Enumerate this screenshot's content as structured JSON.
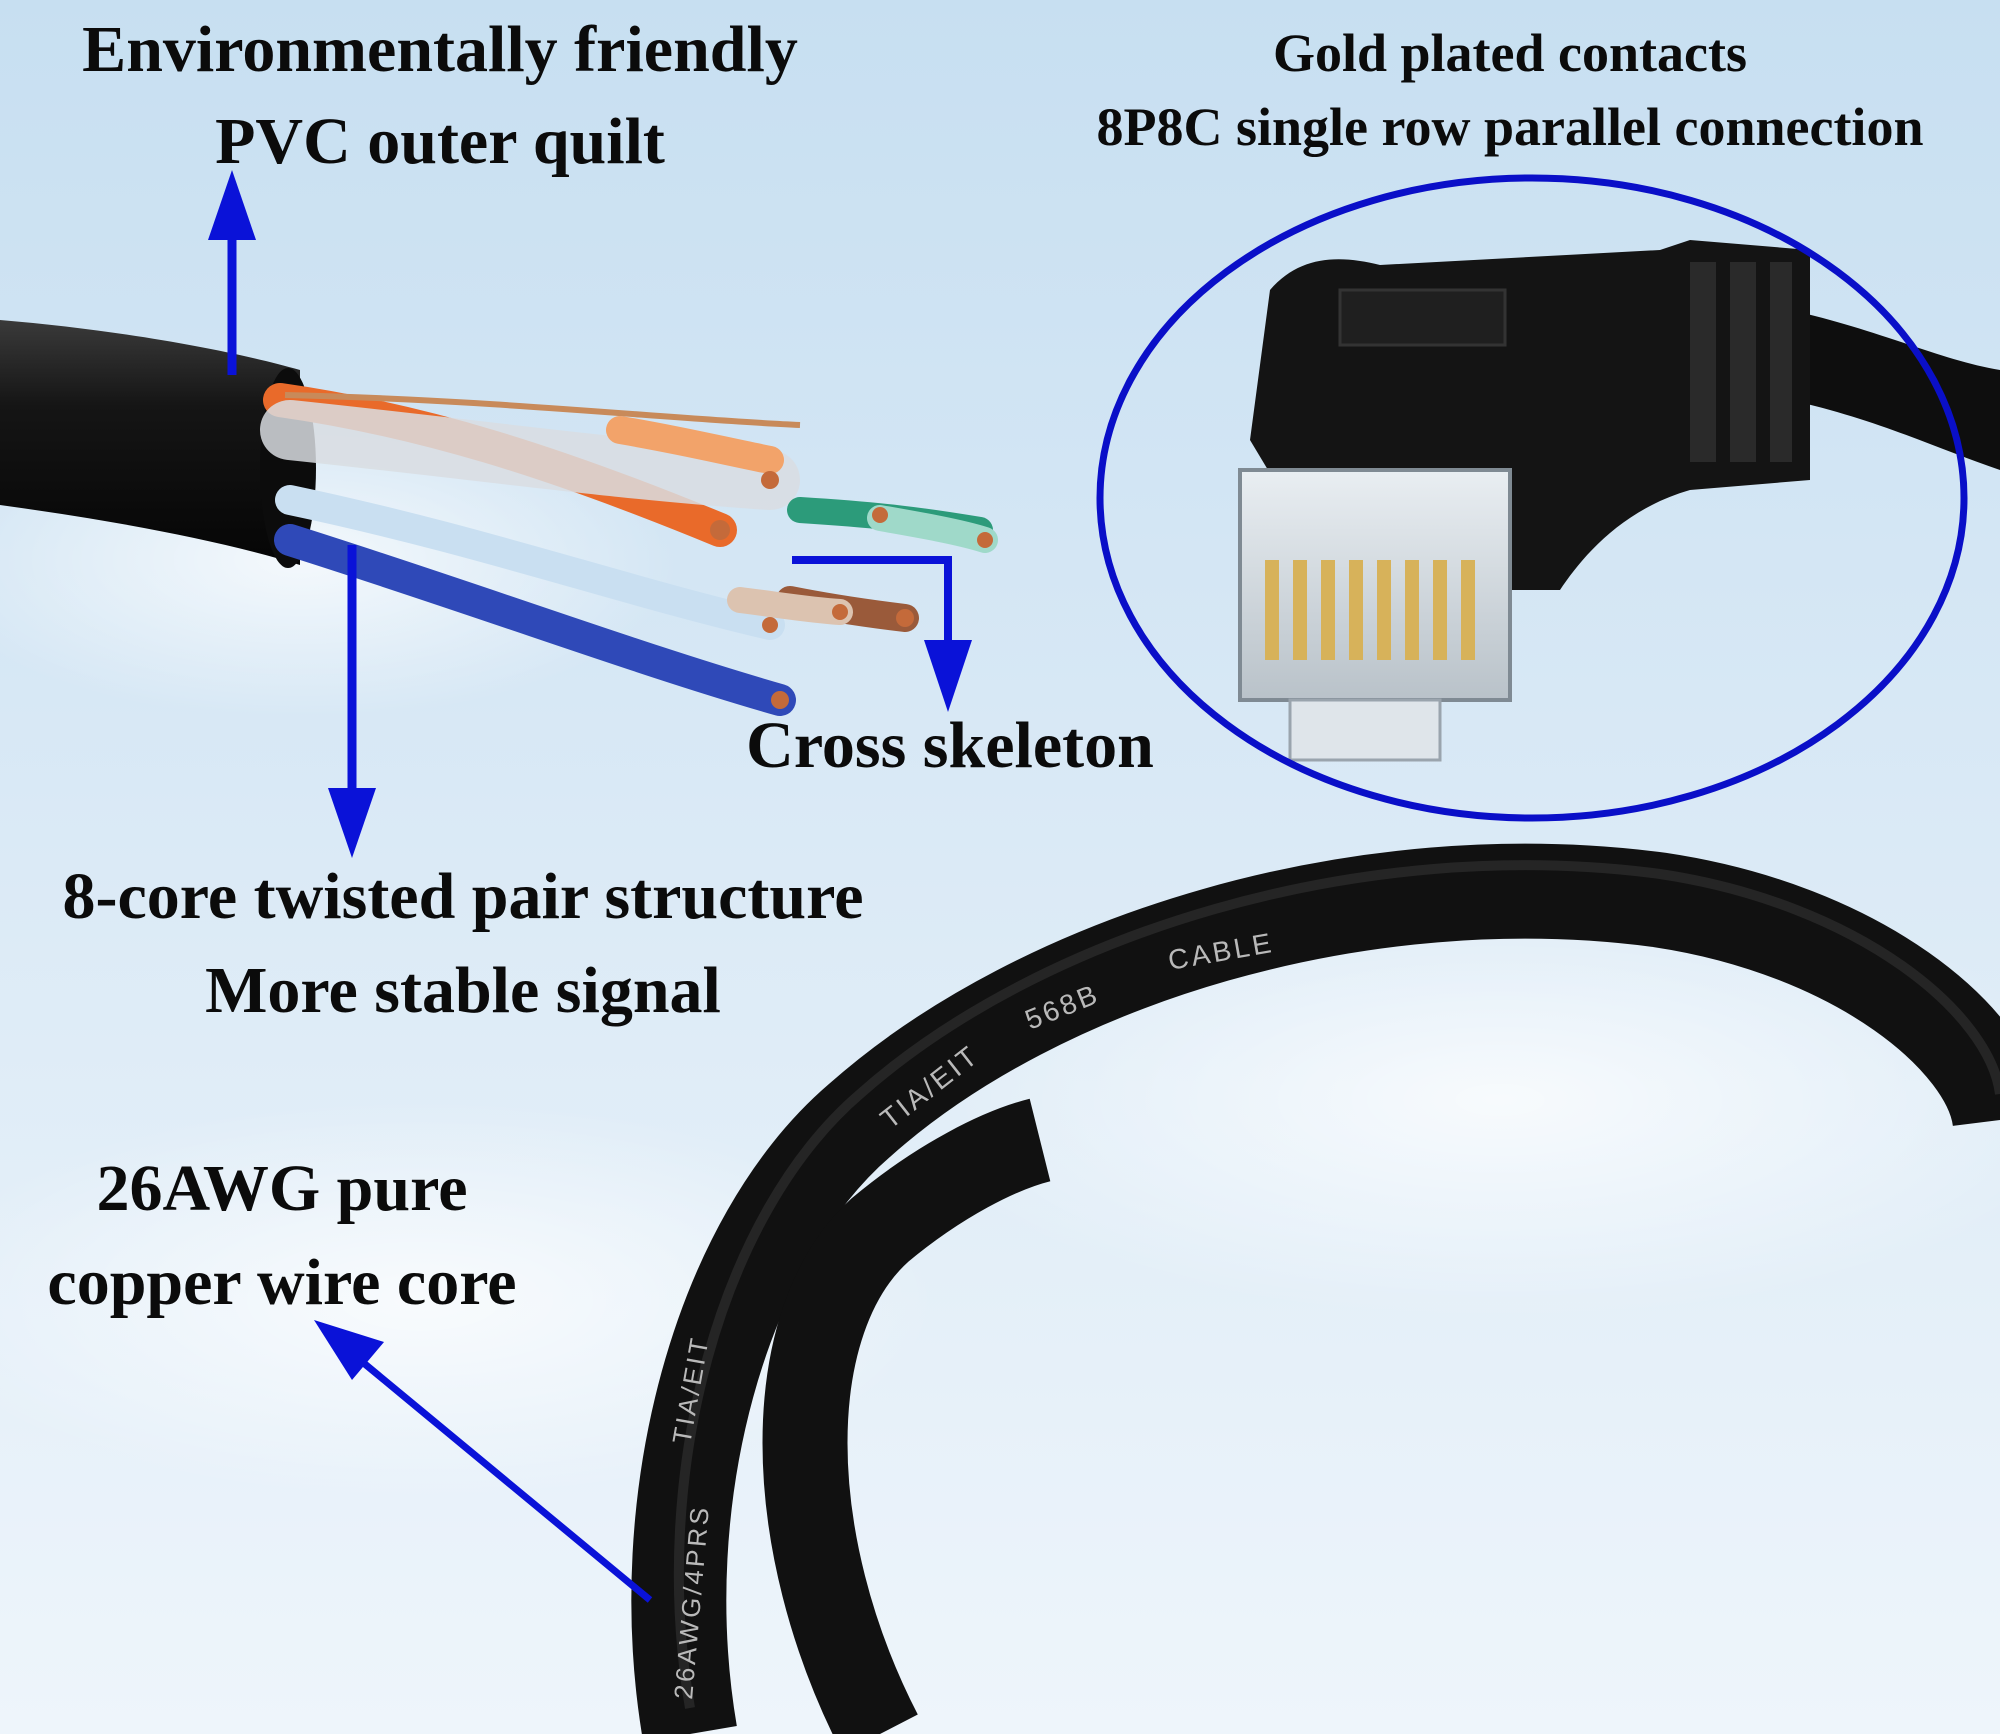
{
  "annotations": {
    "pvc": {
      "line1": "Environmentally friendly",
      "line2": "PVC outer quilt"
    },
    "gold": {
      "line1": "Gold plated contacts",
      "line2": "8P8C single row parallel connection"
    },
    "cross": {
      "text": "Cross skeleton"
    },
    "twisted_pair": {
      "line1": "8-core twisted pair structure",
      "line2": "More stable signal"
    },
    "copper": {
      "line1": "26AWG pure",
      "line2": "copper wire core"
    }
  },
  "cable_printing": {
    "upper": [
      "TIA/EIT",
      "568B",
      "CABLE"
    ],
    "lower": [
      "26AWG/4PRS",
      "TIA/EIT"
    ]
  },
  "colors": {
    "arrow": "#0a12d8",
    "ellipse": "#0a0fc8",
    "cable": "#141414",
    "sky_top": "#c9e0f1",
    "sky_bottom": "#eaf3fa"
  }
}
